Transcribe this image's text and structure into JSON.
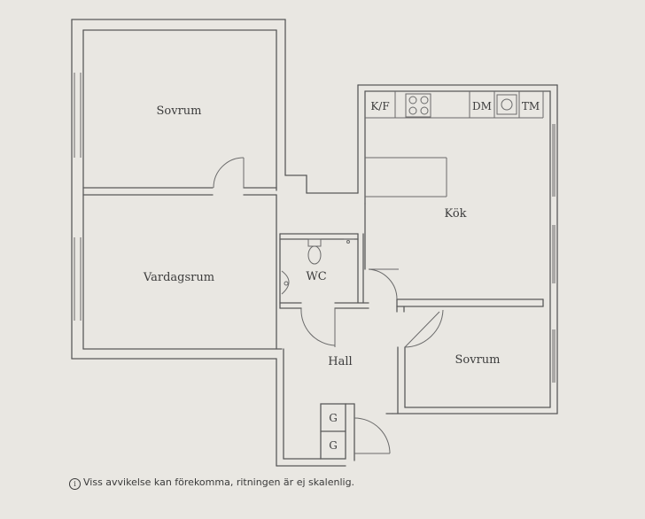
{
  "rooms": {
    "bedroom_1": "Sovrum",
    "living_room": "Vardagsrum",
    "kitchen": "Kök",
    "wc": "WC",
    "hall": "Hall",
    "bedroom_2": "Sovrum"
  },
  "fixtures": {
    "fridge_freezer": "K/F",
    "dishwasher": "DM",
    "washing_machine": "TM",
    "wardrobe_1": "G",
    "wardrobe_2": "G"
  },
  "disclaimer": {
    "icon": "info-icon",
    "text": "Viss avvikelse kan förekomma, ritningen är ej skalenlig."
  }
}
